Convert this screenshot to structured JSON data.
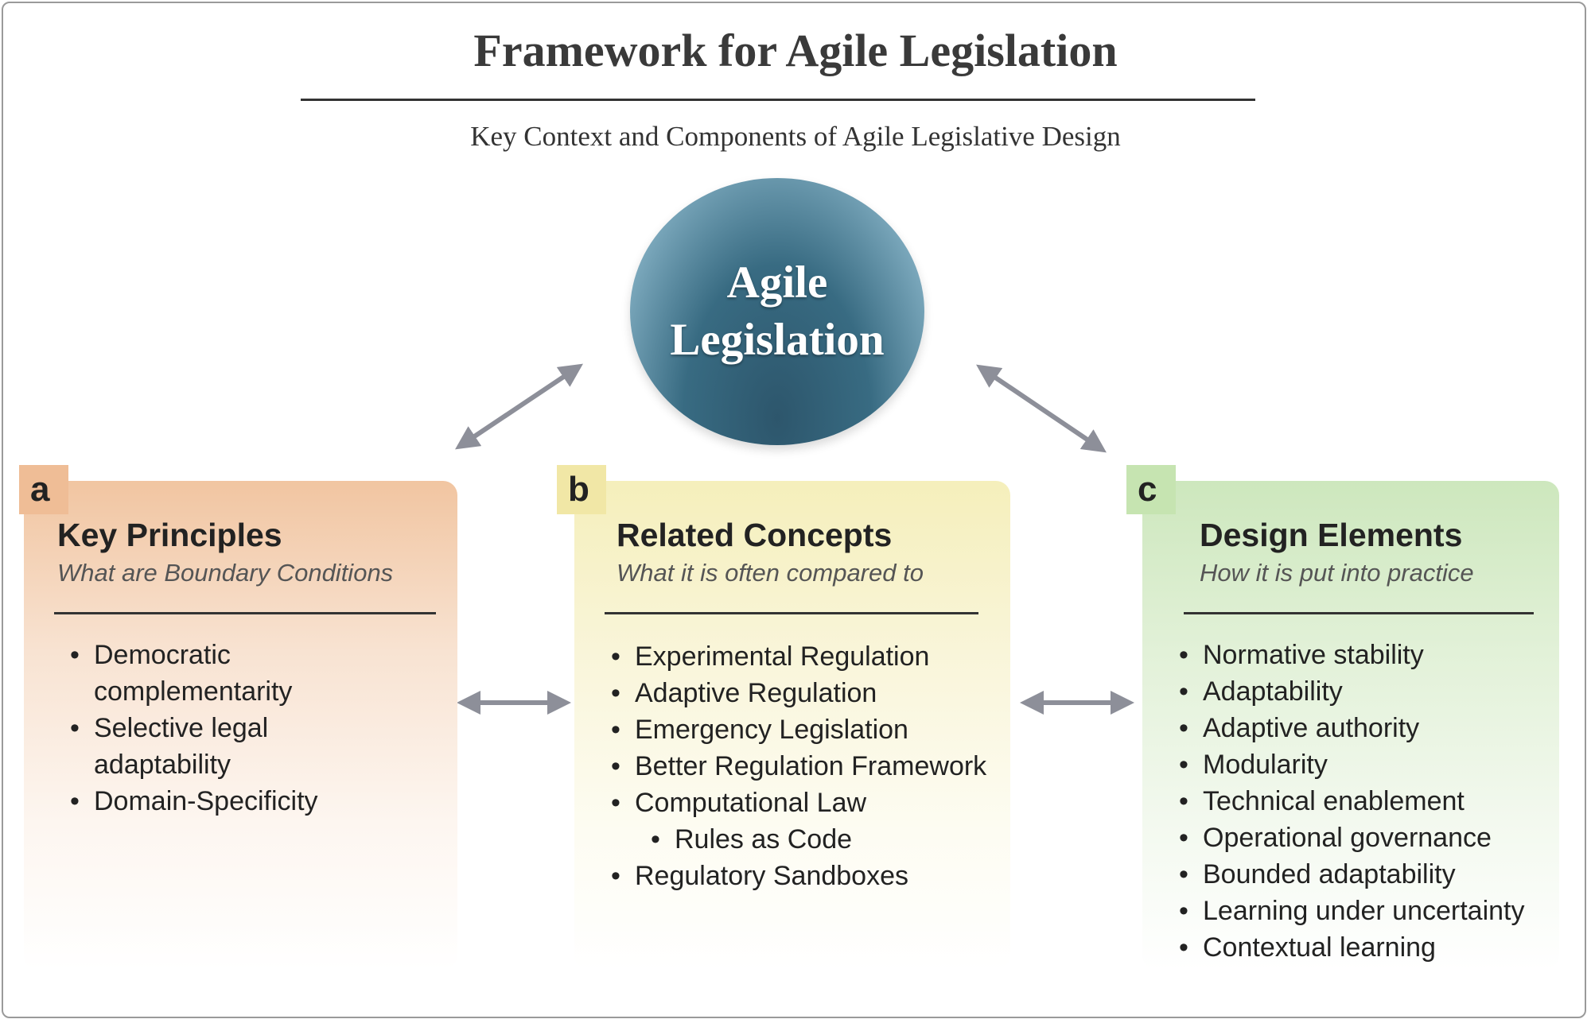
{
  "title": "Framework for Agile Legislation",
  "subtitle": "Key Context and Components of Agile Legislative Design",
  "hub": {
    "label": "Agile Legislation",
    "colors": {
      "dark": "#2d566c",
      "light": "#d9ebf1"
    }
  },
  "panels": [
    {
      "tag": "a",
      "heading": "Key Principles",
      "subheading": "What are Boundary Conditions",
      "color": "#efbd96",
      "items": [
        {
          "text": "Democratic complementarity",
          "level": 1
        },
        {
          "text": "Selective legal adaptability",
          "level": 1
        },
        {
          "text": "Domain-Specificity",
          "level": 1
        }
      ]
    },
    {
      "tag": "b",
      "heading": "Related Concepts",
      "subheading": "What it is often compared to",
      "color": "#f1e7a6",
      "items": [
        {
          "text": "Experimental Regulation",
          "level": 1
        },
        {
          "text": "Adaptive Regulation",
          "level": 1
        },
        {
          "text": "Emergency Legislation",
          "level": 1
        },
        {
          "text": "Better Regulation Framework",
          "level": 1
        },
        {
          "text": "Computational Law",
          "level": 1
        },
        {
          "text": "Rules as Code",
          "level": 2
        },
        {
          "text": "Regulatory Sandboxes",
          "level": 1
        }
      ]
    },
    {
      "tag": "c",
      "heading": "Design Elements",
      "subheading": "How it is put into practice",
      "color": "#c6e4b1",
      "items": [
        {
          "text": "Normative stability",
          "level": 1
        },
        {
          "text": "Adaptability",
          "level": 1
        },
        {
          "text": "Adaptive authority",
          "level": 1
        },
        {
          "text": "Modularity",
          "level": 1
        },
        {
          "text": "Technical enablement",
          "level": 1
        },
        {
          "text": "Operational governance",
          "level": 1
        },
        {
          "text": "Bounded adaptability",
          "level": 1
        },
        {
          "text": "Learning under uncertainty",
          "level": 1
        },
        {
          "text": "Contextual learning",
          "level": 1
        }
      ]
    }
  ],
  "arrow_color": "#8d8f99"
}
